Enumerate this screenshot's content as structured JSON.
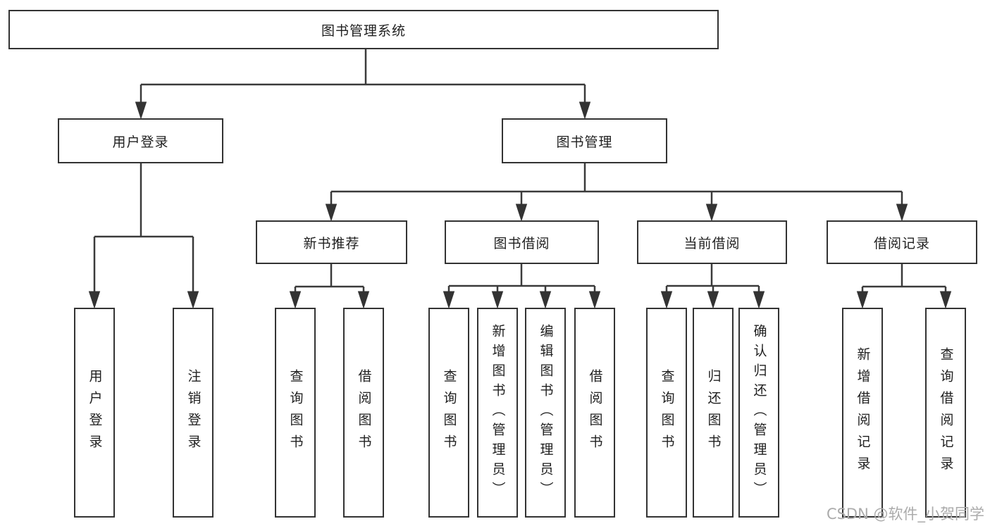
{
  "diagram": {
    "tree": {
      "root": {
        "label": "图书管理系统"
      },
      "branches": [
        {
          "label": "用户登录",
          "children": [
            {
              "label": "用户登录"
            },
            {
              "label": "注销登录"
            }
          ]
        },
        {
          "label": "图书管理",
          "children": [
            {
              "label": "新书推荐",
              "children": [
                {
                  "label": "查询图书"
                },
                {
                  "label": "借阅图书"
                }
              ]
            },
            {
              "label": "图书借阅",
              "children": [
                {
                  "label": "查询图书"
                },
                {
                  "label": "新增图书（管理员）"
                },
                {
                  "label": "编辑图书（管理员）"
                },
                {
                  "label": "借阅图书"
                }
              ]
            },
            {
              "label": "当前借阅",
              "children": [
                {
                  "label": "查询图书"
                },
                {
                  "label": "归还图书"
                },
                {
                  "label": "确认归还（管理员）"
                }
              ]
            },
            {
              "label": "借阅记录",
              "children": [
                {
                  "label": "新增借阅记录"
                },
                {
                  "label": "查询借阅记录"
                }
              ]
            }
          ]
        }
      ]
    },
    "colors": {
      "line": "#3a3a3a",
      "box_border": "#333333",
      "box_fill": "#ffffff",
      "text": "#1f1f1f",
      "watermark": "#ababab"
    }
  },
  "watermark": {
    "text": "CSDN @软件_小贺同学"
  }
}
